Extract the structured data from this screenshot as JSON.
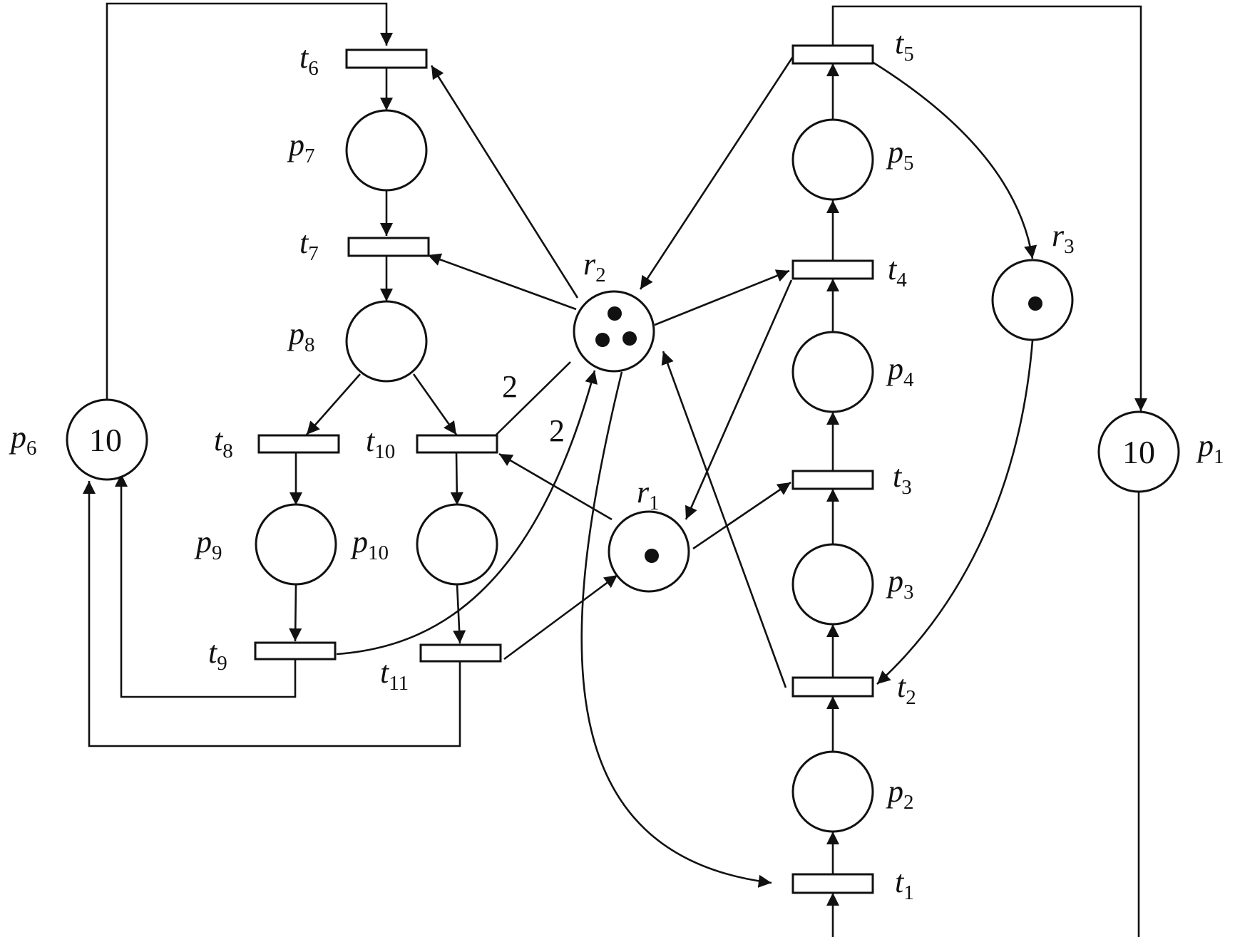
{
  "places": {
    "p1": {
      "name": "p",
      "sub": "1",
      "tokens": "10"
    },
    "p2": {
      "name": "p",
      "sub": "2"
    },
    "p3": {
      "name": "p",
      "sub": "3"
    },
    "p4": {
      "name": "p",
      "sub": "4"
    },
    "p5": {
      "name": "p",
      "sub": "5"
    },
    "p6": {
      "name": "p",
      "sub": "6",
      "tokens": "10"
    },
    "p7": {
      "name": "p",
      "sub": "7"
    },
    "p8": {
      "name": "p",
      "sub": "8"
    },
    "p9": {
      "name": "p",
      "sub": "9"
    },
    "p10": {
      "name": "p",
      "sub": "10"
    },
    "r1": {
      "name": "r",
      "sub": "1",
      "token_dots": 1
    },
    "r2": {
      "name": "r",
      "sub": "2",
      "token_dots": 3
    },
    "r3": {
      "name": "r",
      "sub": "3",
      "token_dots": 1
    }
  },
  "transitions": {
    "t1": {
      "name": "t",
      "sub": "1"
    },
    "t2": {
      "name": "t",
      "sub": "2"
    },
    "t3": {
      "name": "t",
      "sub": "3"
    },
    "t4": {
      "name": "t",
      "sub": "4"
    },
    "t5": {
      "name": "t",
      "sub": "5"
    },
    "t6": {
      "name": "t",
      "sub": "6"
    },
    "t7": {
      "name": "t",
      "sub": "7"
    },
    "t8": {
      "name": "t",
      "sub": "8"
    },
    "t9": {
      "name": "t",
      "sub": "9"
    },
    "t10": {
      "name": "t",
      "sub": "10"
    },
    "t11": {
      "name": "t",
      "sub": "11"
    }
  },
  "weights": {
    "r2_t10": "2",
    "t9_r2": "2"
  },
  "colors": {
    "stroke": "#111111",
    "background": "#ffffff"
  }
}
